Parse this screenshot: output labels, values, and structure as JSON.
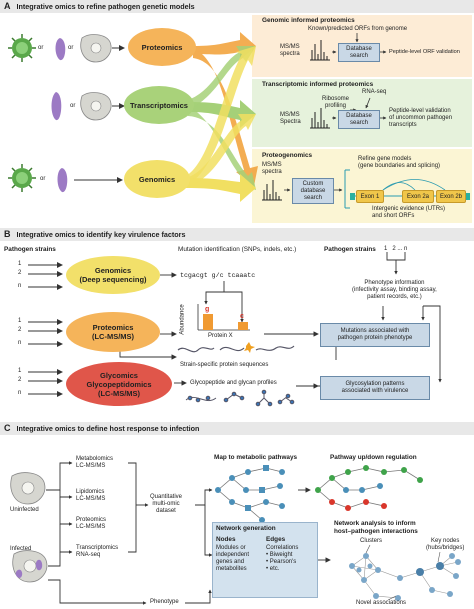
{
  "panel_a": {
    "letter": "A",
    "title": "Integrative omics to refine pathogen genetic models",
    "or1": "or",
    "or2": "or",
    "or3": "or",
    "or4": "or",
    "proteomics": "Proteomics",
    "transcriptomics": "Transcriptomics",
    "genomics": "Genomics",
    "genomic_title": "Genomic informed proteomics",
    "known_orfs": "Known/predicted ORFs from genome",
    "msms1": "MS/MS\nspectra",
    "db_search1": "Database\nsearch",
    "peptide_orf": "Peptide-level ORF validation",
    "transcriptomic_title": "Transcriptomic informed proteomics",
    "ribosome": "Ribosome\nprofiling",
    "rnaseq": "RNA-seq",
    "msms2": "MS/MS\nSpectra",
    "db_search2": "Database\nsearch",
    "peptide_uncommon": "Peptide-level validation\nof uncommon pathogen\ntranscripts",
    "proteogenomics_title": "Proteogenomics",
    "msms3": "MS/MS\nspectra",
    "custom_db": "Custom\ndatabase\nsearch",
    "refine": "Refine gene models\n(gene boundaries and splicing)",
    "exon1": "Exon 1",
    "exon2a": "Exon 2a",
    "exon2b": "Exon 2b",
    "intergenic": "Intergenic evidence (UTRs)\nand short ORFs"
  },
  "panel_b": {
    "letter": "B",
    "title": "Integrative omics to identify key virulence factors",
    "pathogen_strains": "Pathogen strains",
    "strain_1": "1",
    "strain_2": "2",
    "strain_n": "n",
    "genomics": "Genomics\n(Deep sequencing)",
    "proteomics": "Proteomics\n(LC-MS/MS)",
    "glycomics": "Glycomics\nGlycopeptidomics\n(LC-MS/MS)",
    "mutation_id": "Mutation identification (SNPs, indels, etc.)",
    "sequence": "tcgacgt g/c tcaaatc",
    "g_label": "g",
    "c_label": "c",
    "abundance": "Abundance",
    "protein_x": "Protein X",
    "pathogen_strains2": "Pathogen strains",
    "strains_range": "1   2 ... n",
    "phenotype": "Phenotype information\n(infectivity assay, binding assay,\npatient records, etc.)",
    "mutations_box": "Mutations associated with\npathogen protein phenotype",
    "strain_specific": "Strain-specific protein sequences",
    "glyco_profiles": "Glycopeptide and glycan profiles",
    "glyco_box": "Glycosylation patterns\nassociated with virulence"
  },
  "panel_c": {
    "letter": "C",
    "title": "Integrative omics to define host response to infection",
    "uninfected": "Uninfected",
    "infected": "Infected",
    "metabolomics": "Metabolomics\nLC-MS/MS",
    "lipidomics": "Lipidomics\nLC-MS/MS",
    "proteomics": "Proteomics\nLC-MS/MS",
    "transcriptomics": "Transcriptomics\nRNA-seq",
    "phenotype": "Phenotype",
    "quantitative": "Quantitative\nmulti-omic\ndataset",
    "map_pathways": "Map to metabolic pathways",
    "pathway_regulation": "Pathway up/down regulation",
    "network_generation": "Network generation",
    "nodes_title": "Nodes",
    "nodes_text": "Modules or\nindependent\ngenes and\nmetabolites",
    "edges_title": "Edges",
    "edges_text": "Correlations\n• Biweight\n• Pearson's\n• etc.",
    "network_analysis": "Network analysis to inform\nhost–pathogen interactions",
    "clusters": "Clusters",
    "key_nodes": "Key nodes\n(hubs/bridges)",
    "novel": "Novel associations"
  },
  "colors": {
    "header_bg": "#e8e8e8",
    "ellipse_orange": "#f5b45a",
    "ellipse_green": "#a9d27a",
    "ellipse_yellow": "#f2e06a",
    "ellipse_red": "#e0564a",
    "box_blue": "#c9d8e6",
    "pathway_green": "#3fa34a",
    "pathway_red": "#d9362b"
  }
}
